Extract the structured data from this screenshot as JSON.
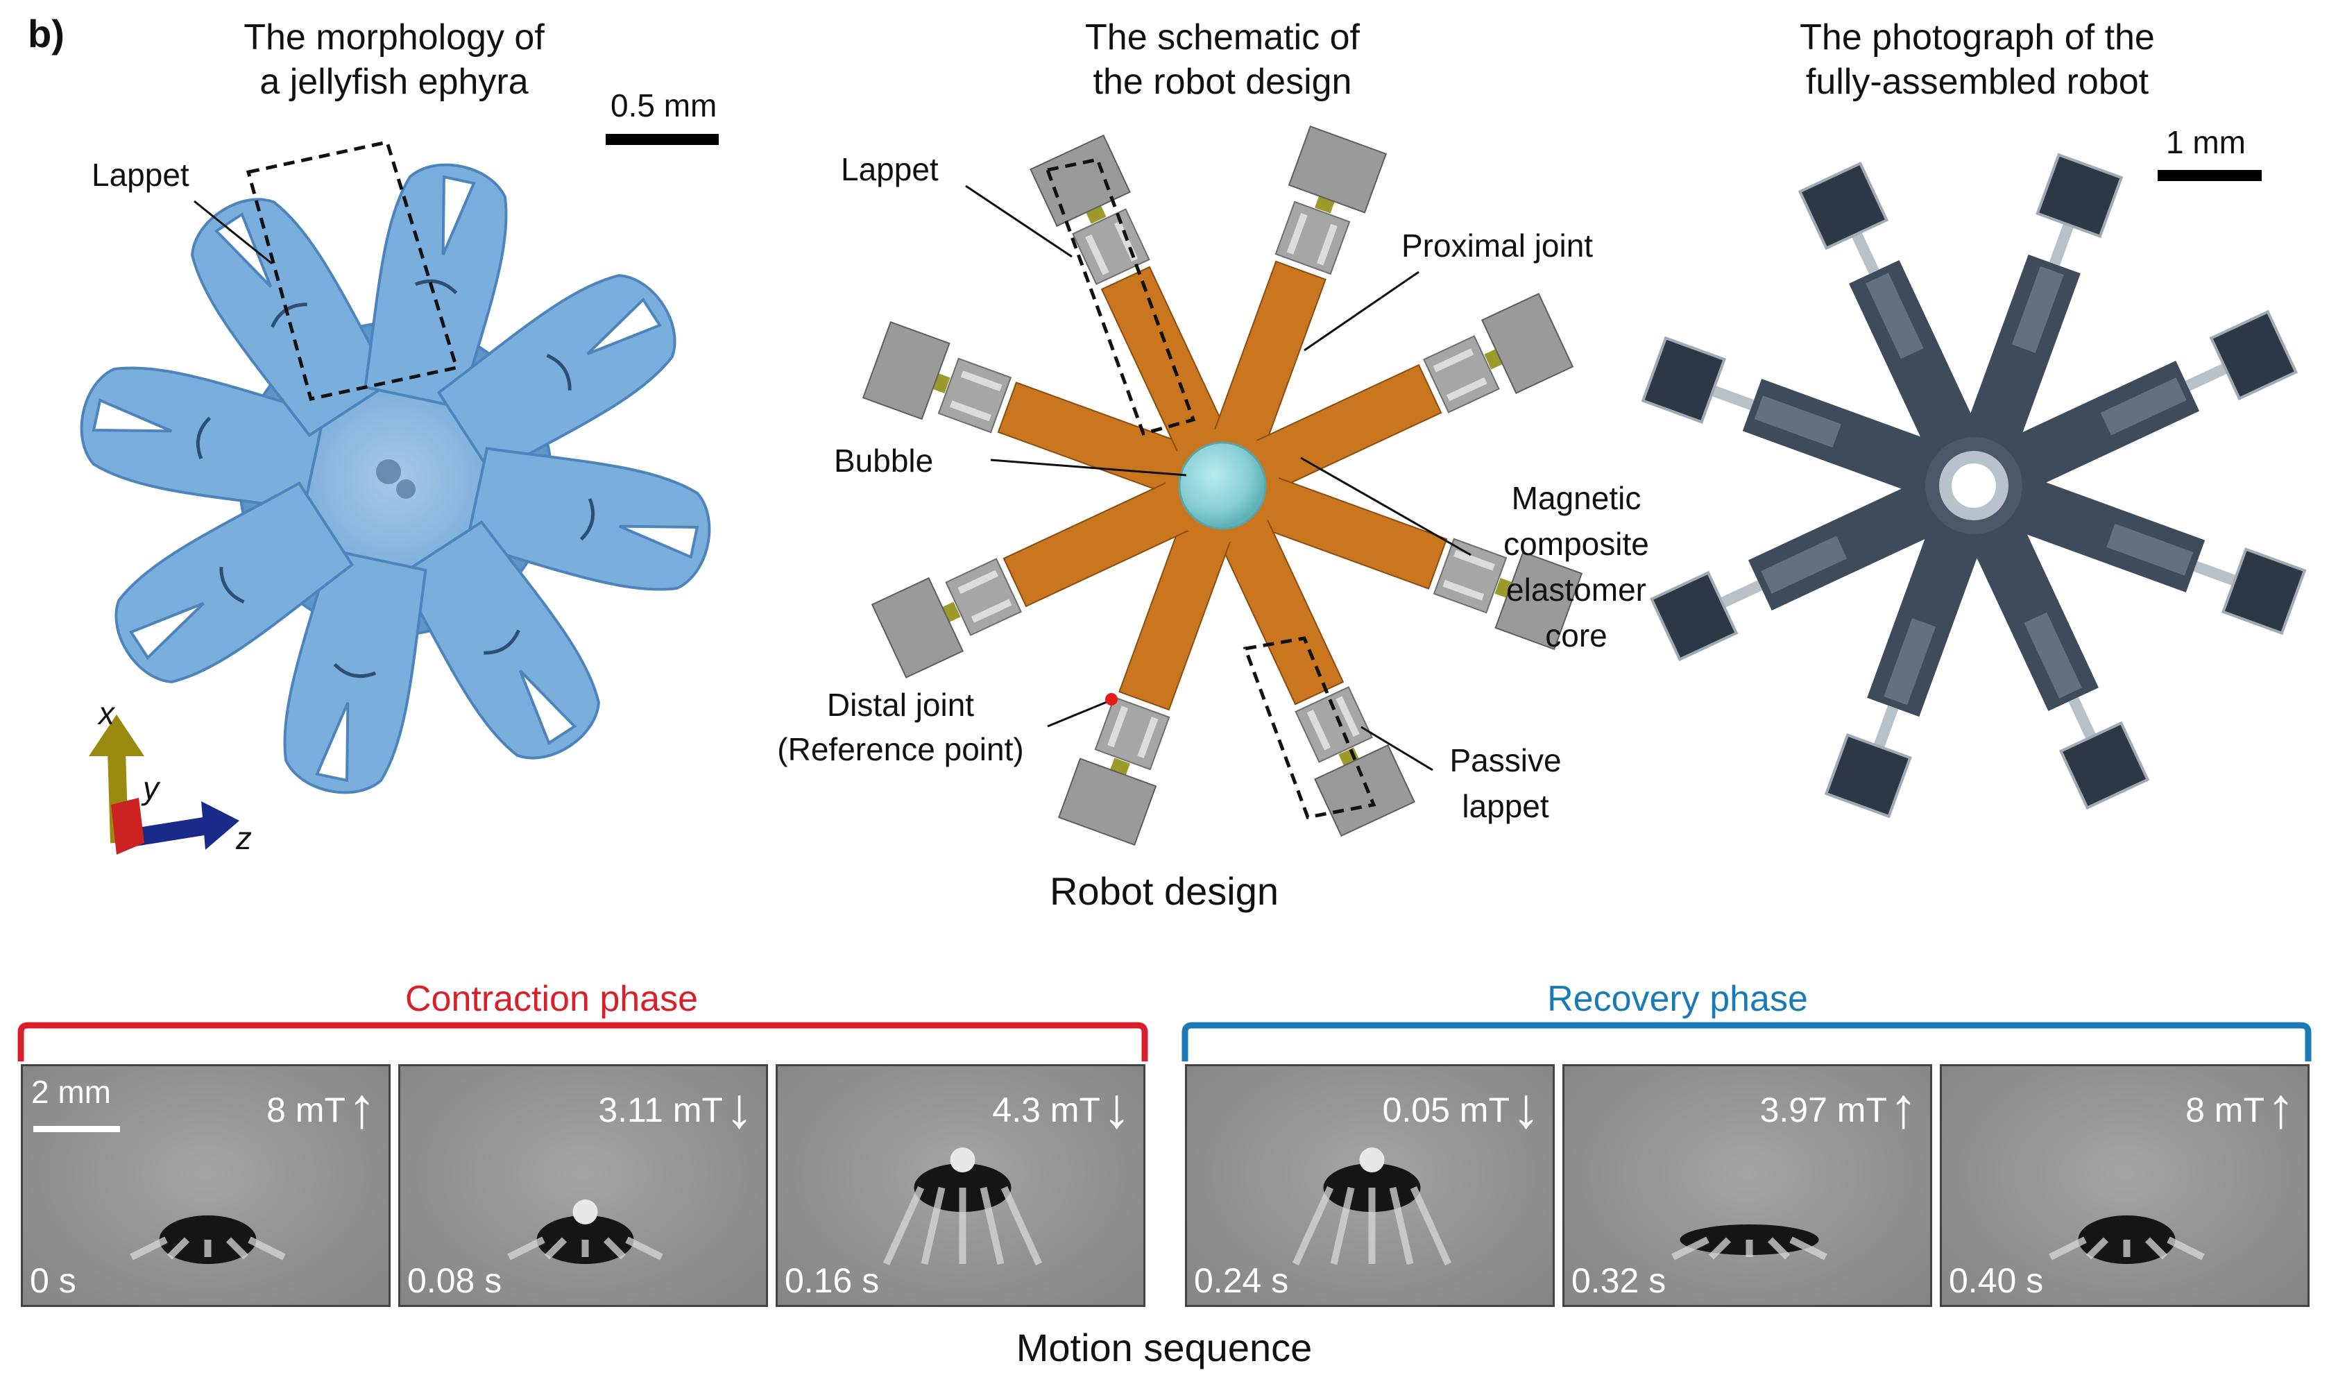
{
  "panel_label": "b)",
  "columns": {
    "morphology": {
      "title_line1": "The morphology of",
      "title_line2": "a jellyfish ephyra",
      "scale_label": "0.5 mm",
      "lappet_label": "Lappet"
    },
    "schematic": {
      "title_line1": "The schematic of",
      "title_line2": "the robot design"
    },
    "photograph": {
      "title_line1": "The photograph of the",
      "title_line2": "fully-assembled robot",
      "scale_label": "1 mm"
    }
  },
  "axes": {
    "x": "x",
    "y": "y",
    "z": "z"
  },
  "schematic_labels": {
    "lappet": "Lappet",
    "proximal_joint": "Proximal joint",
    "bubble": "Bubble",
    "core_line1": "Magnetic",
    "core_line2": "composite",
    "core_line3": "elastomer",
    "core_line4": "core",
    "distal_line1": "Distal joint",
    "distal_line2": "(Reference point)",
    "passive_line1": "Passive",
    "passive_line2": "lappet"
  },
  "robot_design_caption": "Robot design",
  "phases": {
    "contraction": {
      "label": "Contraction phase",
      "color": "#d9202a"
    },
    "recovery": {
      "label": "Recovery phase",
      "color": "#1a7ab8"
    }
  },
  "frame_scale_label": "2 mm",
  "frames": [
    {
      "time": "0 s",
      "field": "8 mT",
      "direction": "up"
    },
    {
      "time": "0.08 s",
      "field": "3.11 mT",
      "direction": "down"
    },
    {
      "time": "0.16 s",
      "field": "4.3 mT",
      "direction": "down"
    },
    {
      "time": "0.24 s",
      "field": "0.05 mT",
      "direction": "down"
    },
    {
      "time": "0.32 s",
      "field": "3.97 mT",
      "direction": "up"
    },
    {
      "time": "0.40 s",
      "field": "8 mT",
      "direction": "up"
    }
  ],
  "motion_caption": "Motion sequence",
  "colors": {
    "ephyra": "#6a9fd0",
    "core": "#c9761e",
    "bubble": "#8fd1d6",
    "lappet_block": "#8c8c8c",
    "axis_x": "#9a8a10",
    "axis_y": "#cc2222",
    "axis_z": "#1a2a8a"
  }
}
